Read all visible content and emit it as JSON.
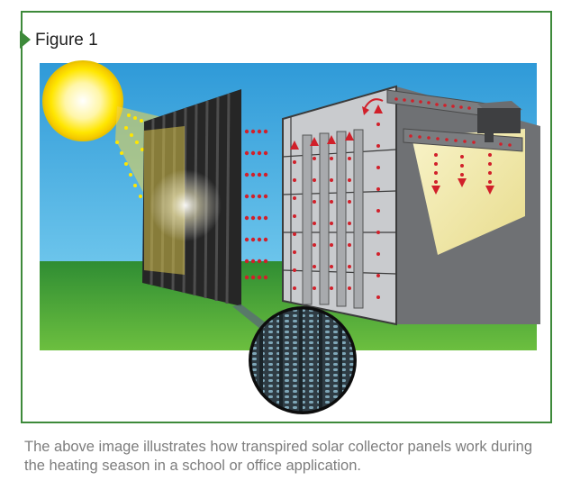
{
  "figure": {
    "title": "Figure 1",
    "accent_color": "#3d8a3a"
  },
  "illustration": {
    "elements": [
      "sun-icon",
      "sunlight-rays",
      "transpired-collector-panel",
      "heated-air-flow-arrows",
      "building-wall",
      "ventilation-fan-unit",
      "air-duct",
      "building-interior",
      "perforated-panel-magnifier"
    ],
    "colors": {
      "sky": "#3aa6dd",
      "grass": "#3d9a3c",
      "panel": "#2f2f2f",
      "building": "#7d7f82",
      "air_dots": "#d1202a",
      "sun": "#fff04a",
      "interior": "#f3ecb5"
    }
  },
  "caption": {
    "text": "The above image illustrates how transpired solar collector panels work during the heating season in a school or office application."
  }
}
